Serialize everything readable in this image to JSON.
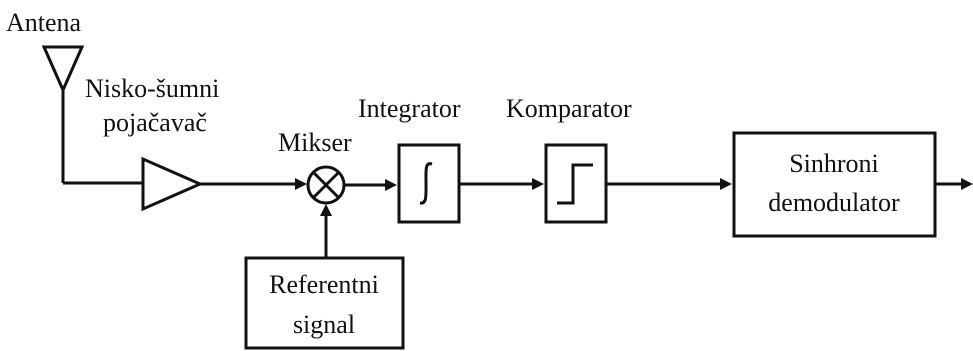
{
  "labels": {
    "antenna": "Antena",
    "lna_line1": "Nisko-šumni",
    "lna_line2": "pojačavač",
    "mixer": "Mikser",
    "integrator": "Integrator",
    "comparator": "Komparator",
    "sync_demod_line1": "Sinhroni",
    "sync_demod_line2": "demodulator",
    "ref_line1": "Referentni",
    "ref_line2": "signal"
  },
  "colors": {
    "stroke": "#111111",
    "background": "#ffffff"
  }
}
